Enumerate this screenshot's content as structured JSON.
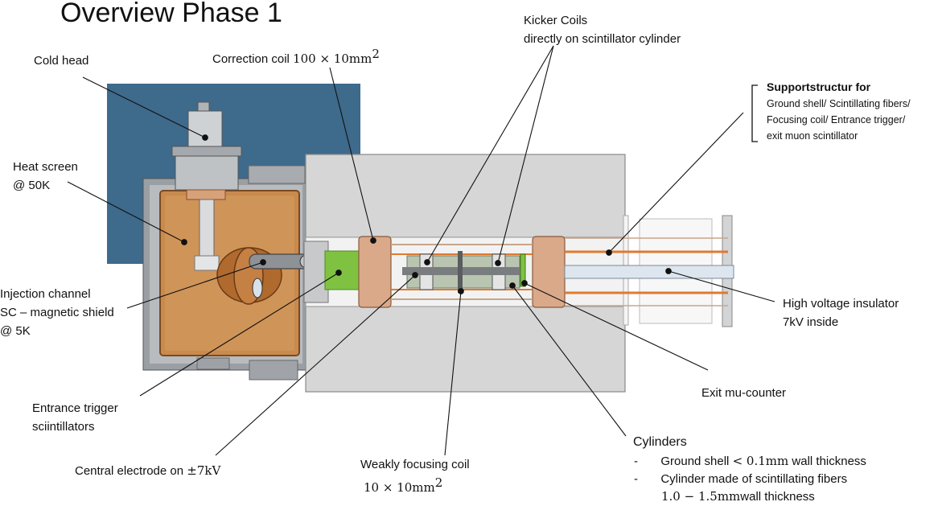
{
  "title": "Overview Phase 1",
  "labels": {
    "cold_head": "Cold head",
    "correction_coil_text": "Correction coil",
    "correction_coil_math": "100 × 10mm",
    "correction_coil_sup": "2",
    "kicker_coils_line1": "Kicker Coils",
    "kicker_coils_line2": "directly on scintillator cylinder",
    "heat_screen_line1": "Heat screen",
    "heat_screen_line2": "@ 50K",
    "injection_line1": "Injection channel",
    "injection_line2": "SC – magnetic shield",
    "injection_line3": "@ 5K",
    "entrance_line1": "Entrance trigger",
    "entrance_line2": "sciintillators",
    "central_electrode_text": "Central electrode on",
    "central_electrode_math": "±7kV",
    "weakly_line1": "Weakly focusing coil",
    "weakly_math": "10 × 10mm",
    "weakly_sup": "2",
    "hv_line1": "High voltage insulator",
    "hv_line2": "7kV inside",
    "exit_counter": "Exit mu-counter",
    "cylinders_title": "Cylinders",
    "cyl_item1_text": "Ground shell",
    "cyl_item1_math": "< 0.1mm",
    "cyl_item1_tail": "wall thickness",
    "cyl_item2_text": "Cylinder made of scintillating fibers",
    "cyl_item2_math": "1.0 − 1.5mm",
    "cyl_item2_tail": "wall thickness",
    "bullet": "-"
  },
  "support": {
    "heading": "Supportstructur for",
    "line1": "Ground  shell/ Scintillating fibers/",
    "line2": "Focusing coil/ Entrance trigger/",
    "line3": "exit muon  scintillator"
  },
  "colors": {
    "blue_panel": "#3e6a8c",
    "copper": "#c98a4e",
    "magnet_gray": "#d6d6d6",
    "green_trigger": "#7fc241",
    "orange_fiber": "#e07a2e",
    "bronze_coil": "#d9a98a"
  }
}
